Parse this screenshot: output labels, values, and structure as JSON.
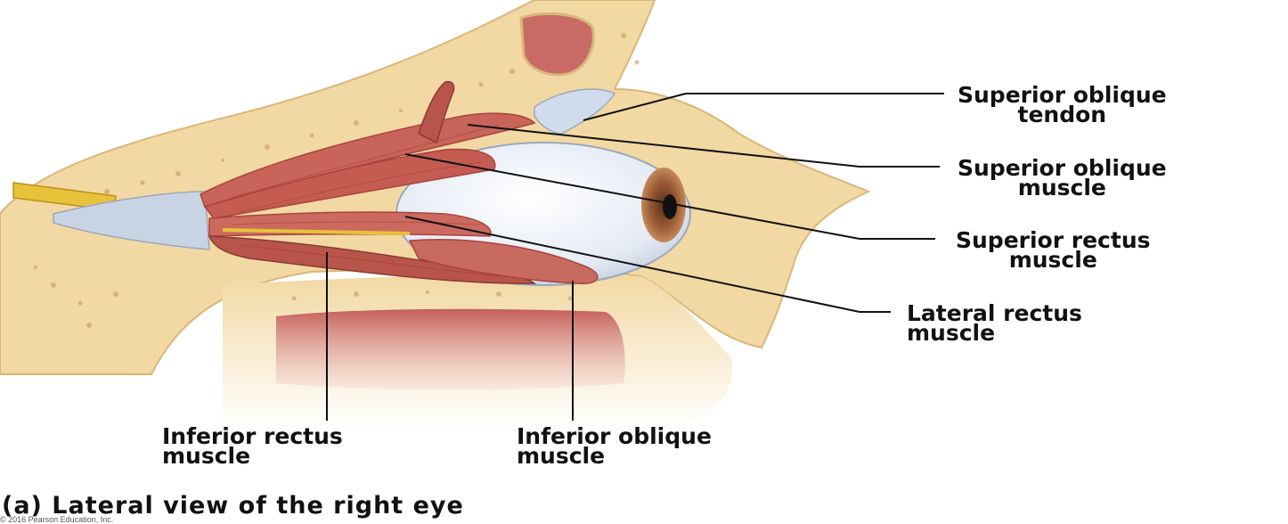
{
  "labels": {
    "superior_oblique_tendon": [
      "Superior oblique",
      "tendon"
    ],
    "superior_oblique_muscle": [
      "Superior oblique",
      "muscle"
    ],
    "superior_rectus_muscle": [
      "Superior rectus",
      "muscle"
    ],
    "lateral_rectus_muscle": [
      "Lateral rectus",
      "muscle"
    ],
    "inferior_rectus_muscle": [
      "Inferior rectus",
      "muscle"
    ],
    "inferior_oblique_muscle": [
      "Inferior oblique",
      "muscle"
    ]
  },
  "caption": "(a) Lateral view of the right eye",
  "copyright": "© 2016 Pearson Education, Inc.",
  "colors": {
    "bone": "#f2d8a2",
    "bone_dark": "#d9b77a",
    "muscle": "#c9645a",
    "muscle_dark": "#a8443c",
    "eye": "#eef2f8",
    "sinus": "#c96a66",
    "nerve": "#e8c23a",
    "leader": "#111111"
  }
}
